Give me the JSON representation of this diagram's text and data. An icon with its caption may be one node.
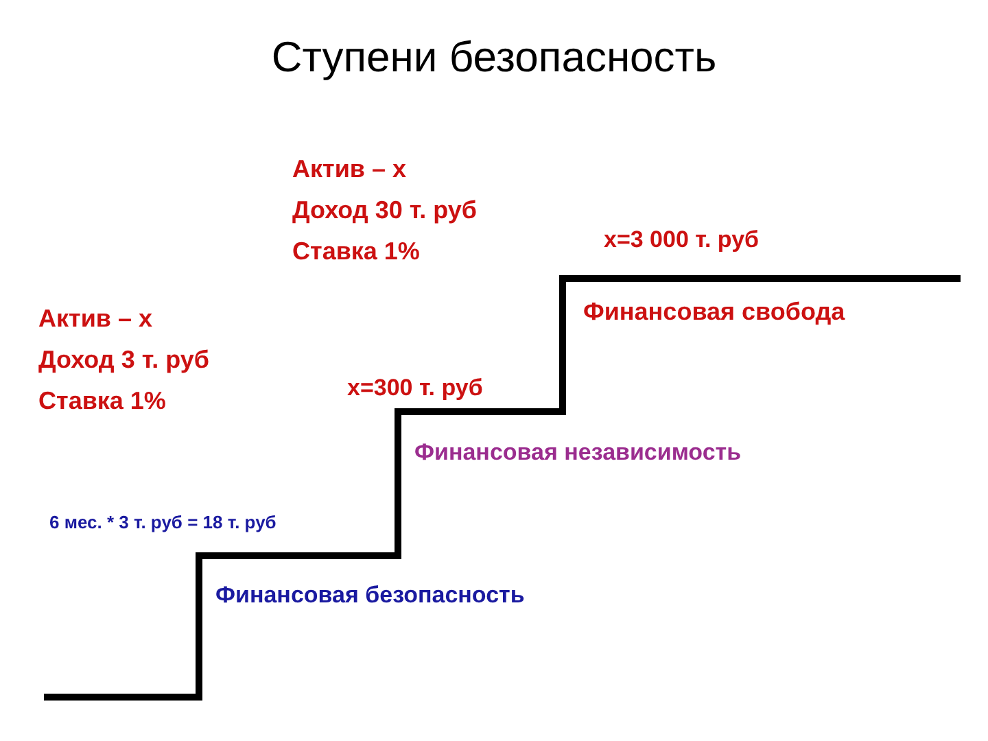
{
  "diagram": {
    "title": "Ступени безопасность",
    "labels": [
      "Актив – х",
      "Доход 30 т. руб",
      "Ставка 1%",
      "х=3 000 т. руб",
      "Актив – х",
      "Доход 3 т. руб",
      "Ставка 1%",
      "Финансовая свобода",
      "х=300 т. руб",
      "Финансовая независимость",
      "6 мес. * 3 т. руб = 18 т. руб",
      "Финансовая безопасность"
    ]
  }
}
